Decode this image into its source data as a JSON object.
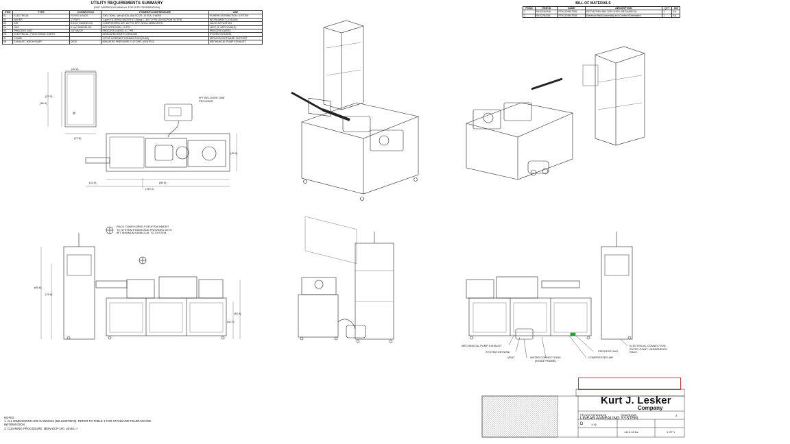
{
  "utility_summary": {
    "title": "UTILITY REQUIREMENTS SUMMARY",
    "subtitle": "(SEE OPERATION MANUAL FOR SITE PREPARATION)",
    "headers": [
      "ITEM",
      "TYPE",
      "CONNECTION",
      "POWER/FLOW/PRESSURE",
      "USE"
    ],
    "rows": [
      [
        "01",
        "ELECTRICAL",
        "FLYING LEADS",
        "208V, 50Hz, 3ph @ 60A, 8kA SCCR, 14 FLA, 5 WIRE",
        "POWER DISTRIBUTION, SYSTEM"
      ],
      [
        "02",
        "WATER",
        "1\" FNPT",
        "1 gpm FILTERED WATER AT 20deg C, 60 TO PSI (50 MICRON FILTER)",
        "INSTRUMENT COOLING"
      ],
      [
        "03",
        "AIR",
        "6.5mm SWAGELOK",
        "COMPRESSED AIR, 80 PSI, DRY, NON-LUBRICATED",
        "VALVE ACTUATION"
      ],
      [
        "04",
        "GAS",
        "6 mm SWAGELOK",
        "DRY NITROGEN, 10 PSI",
        "VENT (IF APPLICABLE)"
      ],
      [
        "05",
        "PROCESS GAS",
        "1/4\" MVCR",
        "PROCESS GASES, 5-7 PSI",
        "PROCESS GASES"
      ],
      [
        "06",
        "ELECTRICAL, FUNCTIONAL EARTH",
        "",
        "DEDICATED EARTH GROUND",
        "SYSTEM GROUND"
      ],
      [
        "07",
        "COMM",
        "",
        "TCP/IP INTERNET CONNECTION (RJ45)",
        "SERVICE/SOFTWARE SUPPORT"
      ],
      [
        "08",
        "EXHAUST, MECH PUMP",
        "QF20",
        "MEDIATED PRESSURE, 0.1TORR, (VENTED)",
        "MECHANICAL PUMP EXHAUST"
      ]
    ]
  },
  "bill_of_materials": {
    "title": "BILL OF MATERIALS",
    "headers": [
      "POSN",
      "ITEM ID",
      "NAME",
      "DESCRIPTION",
      "QTY",
      "UM"
    ],
    "rows": [
      [
        "1",
        "SK02264346",
        "PTN1129947006",
        "PECVD/THIN DIN TOP-LEVEL MECHANICAL",
        "1",
        "EA"
      ],
      [
        "2",
        "SK02264351",
        "PTN1129947008",
        "Electrical Rack Assembly and Control Schematics",
        "1",
        "EA"
      ]
    ]
  },
  "dimensions": {
    "top_w1": "(22.2)",
    "top_h1": "(22.5)",
    "top_h2": "(46.9)",
    "top_d1": "(27.8)",
    "plan_d": "(32.0)",
    "plan_w1": "(21.5)",
    "plan_w2": "(89.5)",
    "plan_w3": "(119.1)",
    "front_h1": "(89.8)",
    "front_h2": "(76.6)",
    "front_h3": "(40.3)",
    "front_h4": "(32.7)"
  },
  "callouts": {
    "bellows": "5FT BELLOWS LINE\nPROVIDED",
    "rack": "RACK CONFIGURED FOR ATTACHMENT\nTO SYSTEM FRAME AND PROVIDED WITH\n8FT MINIMUM UMBILICAL TO SYSTEM",
    "mech_exhaust": "MECHANICAL PUMP EXHAUST",
    "system_ground": "SYSTEM GROUND",
    "vent": "VENT",
    "water": "WATER CONNECTIONS\n(INSIDE FRAME)",
    "compressed_air": "COMPRESSED AIR",
    "process_gas": "PROCESS GAS",
    "electrical": "ELECTRICAL CONNECTION\nENTRY POINT UNDERNEATH\nRACK"
  },
  "notes": {
    "heading": "NOTES",
    "items": [
      "1.  ALL DIMENSIONS ARE IN INCHES [MILLIMETERS]. REFER TO TABLE 1 FOR STANDARD TOLERANCING INFORMATION.",
      "2.  CLEANING PROCEDURE: MEIN-DCP-100, LEVEL II"
    ]
  },
  "title_block": {
    "company": "Kurt J. Lesker",
    "company_sub": "Company",
    "drawing_no": "SK02264345",
    "part_name": "PECVD/THIN/DIN/ZE",
    "description": "LINEAR ANNEALING SYSTEM",
    "size": "D",
    "scale": "1:16",
    "sheet": "1 OF 1",
    "rev": "A",
    "weight": "1415.18 lbs"
  },
  "colors": {
    "line": "#222222",
    "accent_red": "#cc3333",
    "green_marker": "#2a9d2a"
  }
}
